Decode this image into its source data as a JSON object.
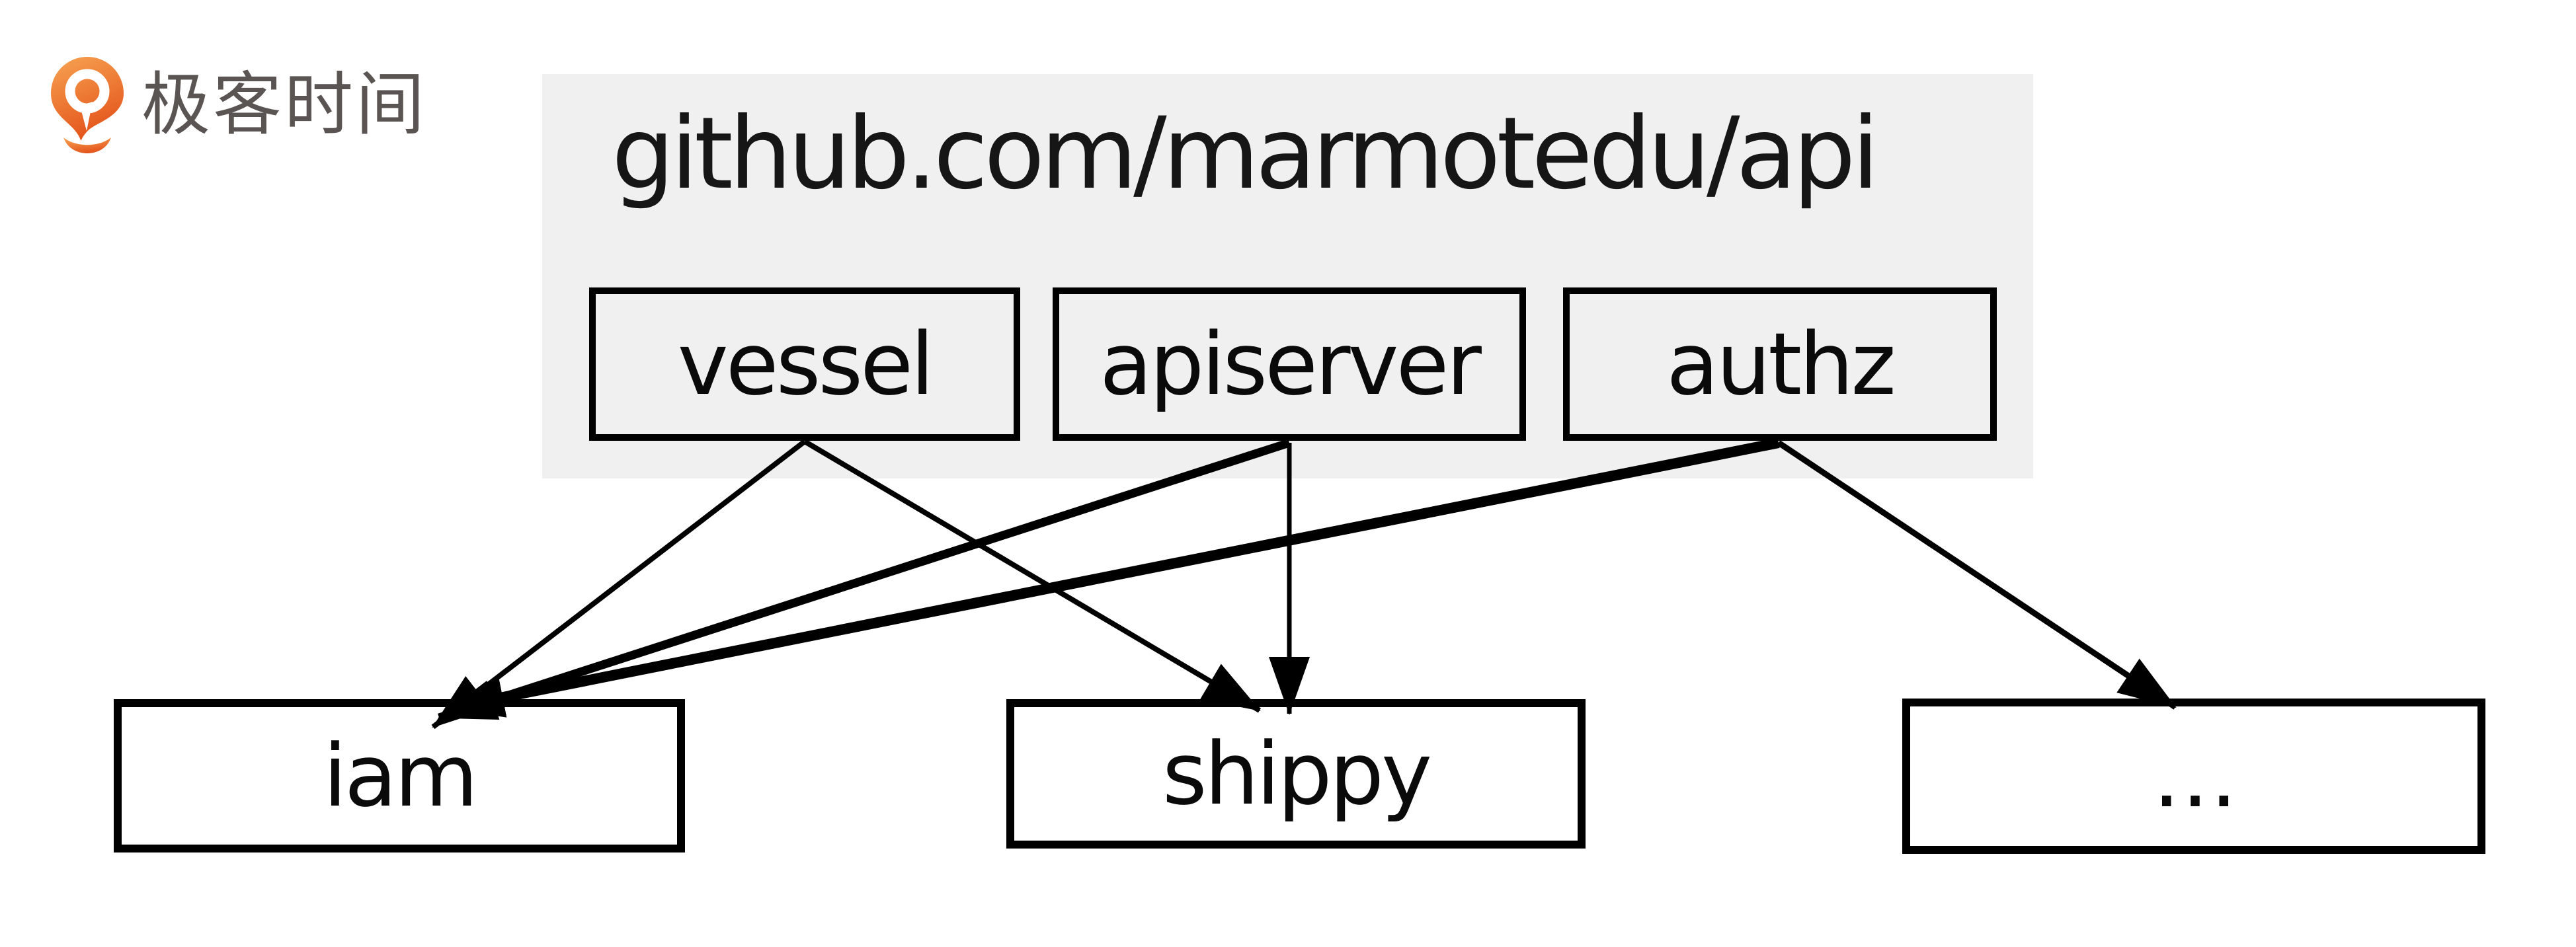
{
  "logo": {
    "text": "极客时间"
  },
  "panel": {
    "title": "github.com/marmotedu/api",
    "modules": [
      {
        "id": "vessel",
        "label": "vessel"
      },
      {
        "id": "apiserver",
        "label": "apiserver"
      },
      {
        "id": "authz",
        "label": "authz"
      }
    ]
  },
  "repos": [
    {
      "id": "iam",
      "label": "iam"
    },
    {
      "id": "shippy",
      "label": "shippy"
    },
    {
      "id": "dots",
      "label": "…"
    }
  ],
  "edges": [
    {
      "id": "vessel-iam",
      "from": "vessel",
      "to": "iam"
    },
    {
      "id": "vessel-shippy",
      "from": "vessel",
      "to": "shippy"
    },
    {
      "id": "apiserver-iam",
      "from": "apiserver",
      "to": "iam"
    },
    {
      "id": "apiserver-shippy",
      "from": "apiserver",
      "to": "shippy"
    },
    {
      "id": "authz-iam",
      "from": "authz",
      "to": "iam"
    },
    {
      "id": "authz-dots",
      "from": "authz",
      "to": "dots"
    }
  ],
  "colors": {
    "panel_bg": "#F0F0F0",
    "line": "#000000",
    "box_border": "#000000",
    "box_fill": "#FFFFFF",
    "logo_orange": "#E8632C",
    "logo_text": "#5A5452"
  }
}
